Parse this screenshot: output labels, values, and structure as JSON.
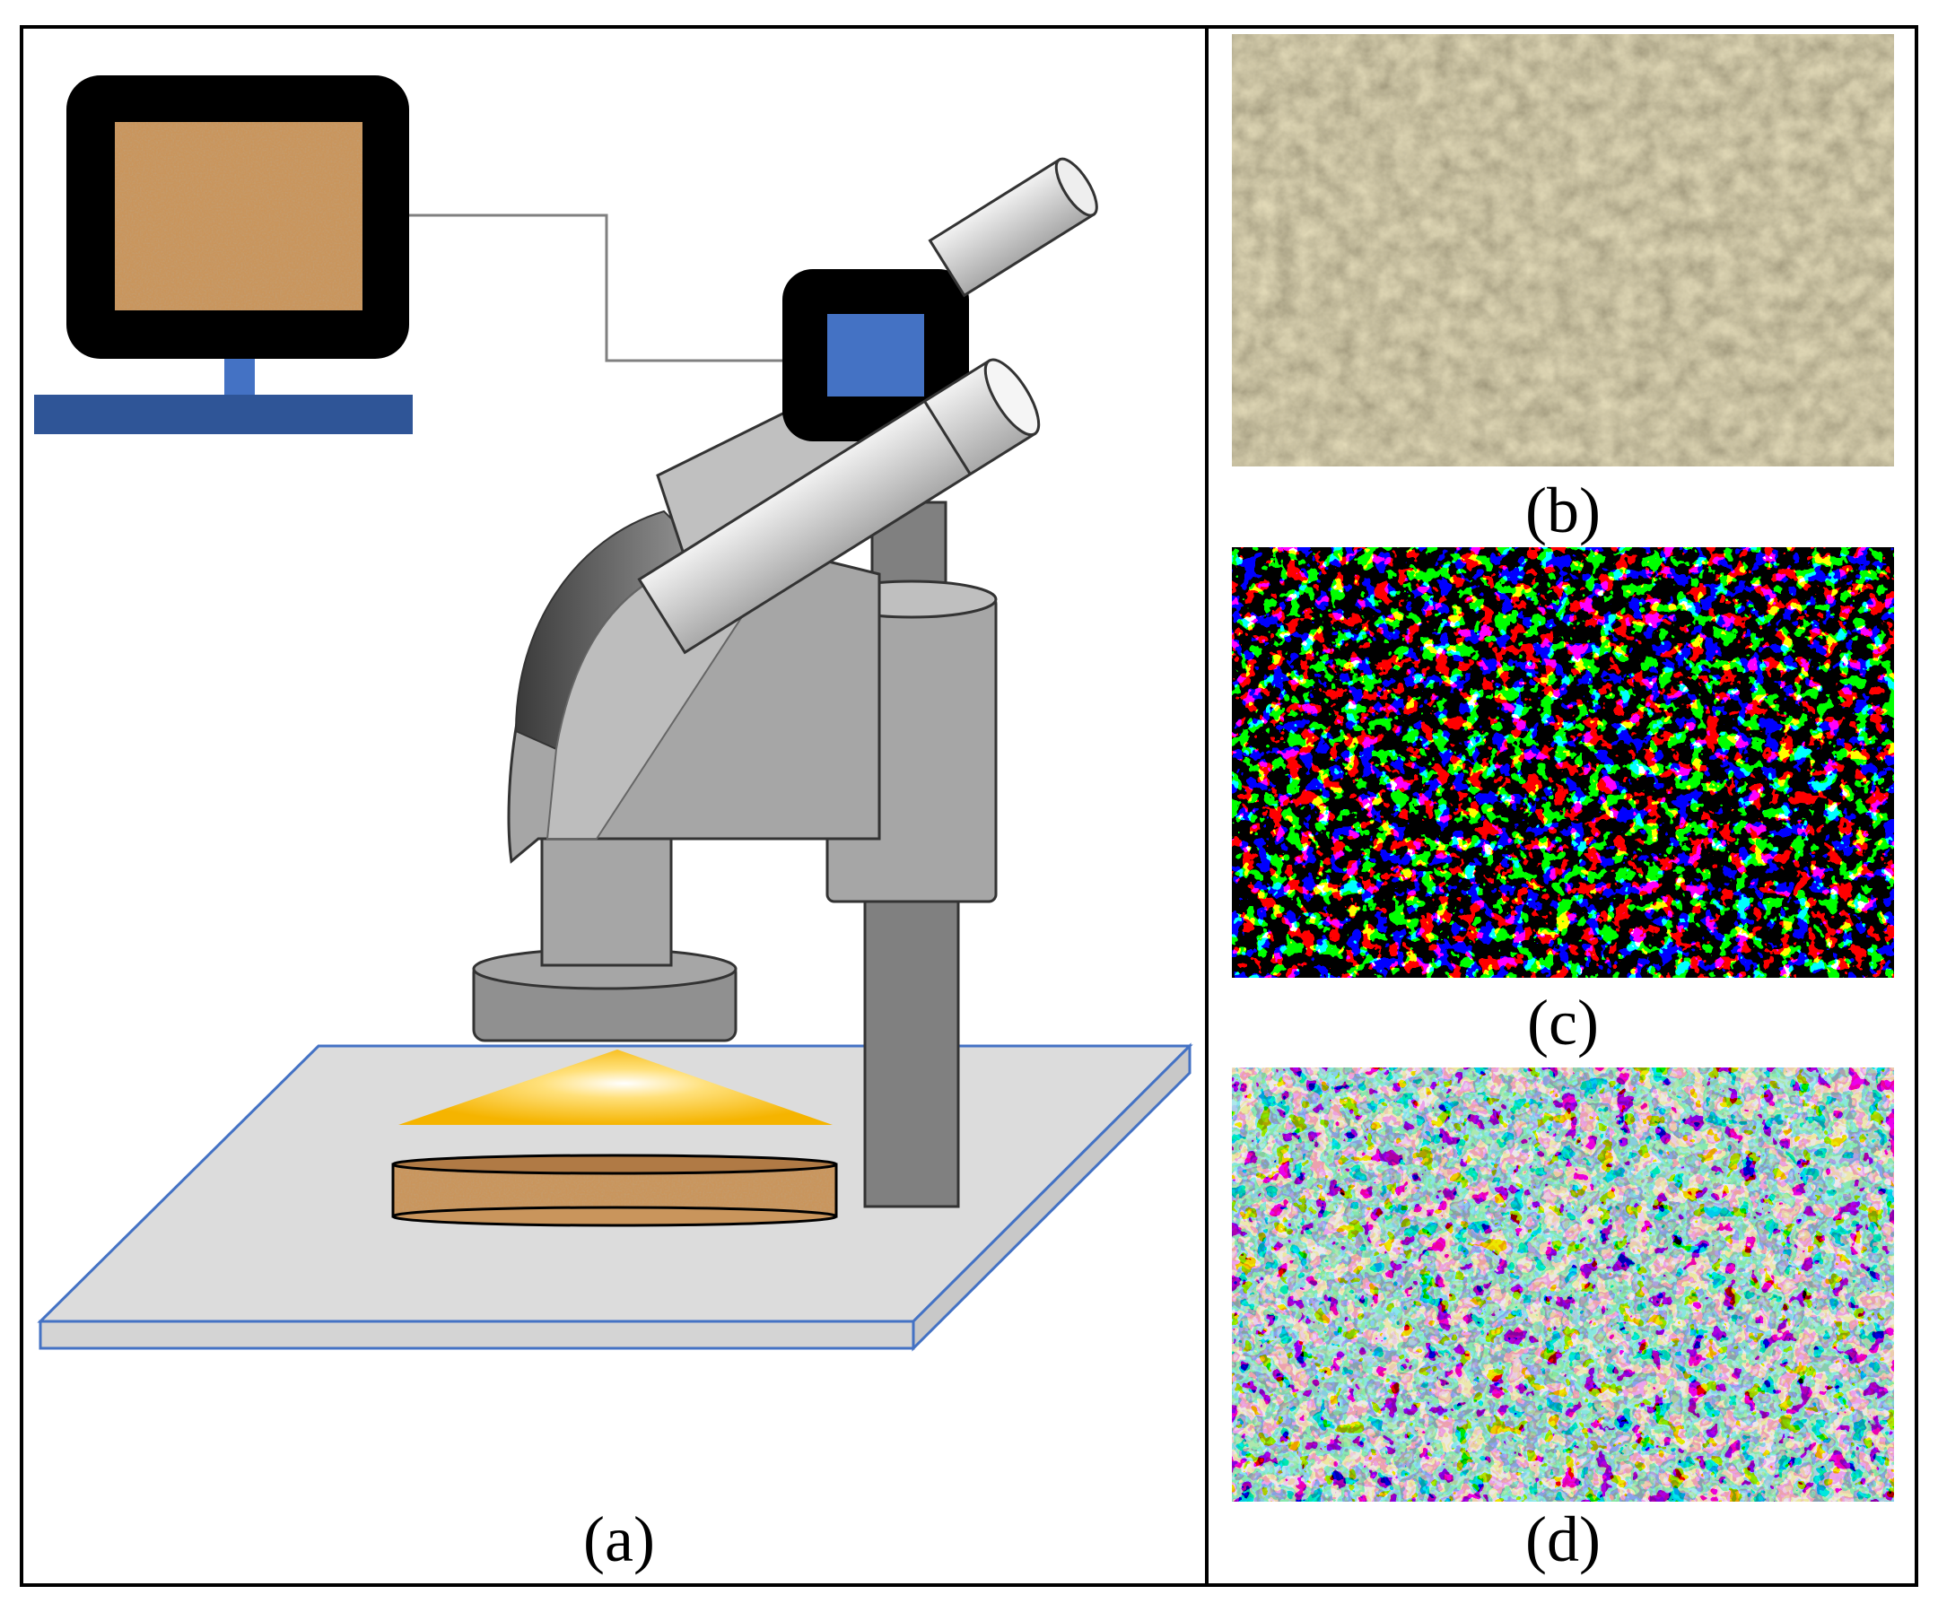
{
  "figure": {
    "labels": {
      "a": "(a)",
      "b": "(b)",
      "c": "(c)",
      "d": "(d)"
    },
    "components": [
      "computer-monitor",
      "camera",
      "stereo-microscope",
      "light-source",
      "soil-sample-disc",
      "stage-plate"
    ],
    "colors": {
      "frame": "#000000",
      "monitor_base": "#2f5597",
      "camera_screen": "#4472c4",
      "light": "#ffc000",
      "sample": "#c9955c",
      "stage": "#dcdcdc",
      "stage_edge": "#4472c4",
      "microscope_body": "#a6a6a6"
    },
    "segment_palette": [
      "#6a9bd6",
      "#3ccf6a",
      "#d65bbd",
      "#d79a5a",
      "#b9cbe4",
      "#5a5048",
      "#ffffff"
    ]
  }
}
